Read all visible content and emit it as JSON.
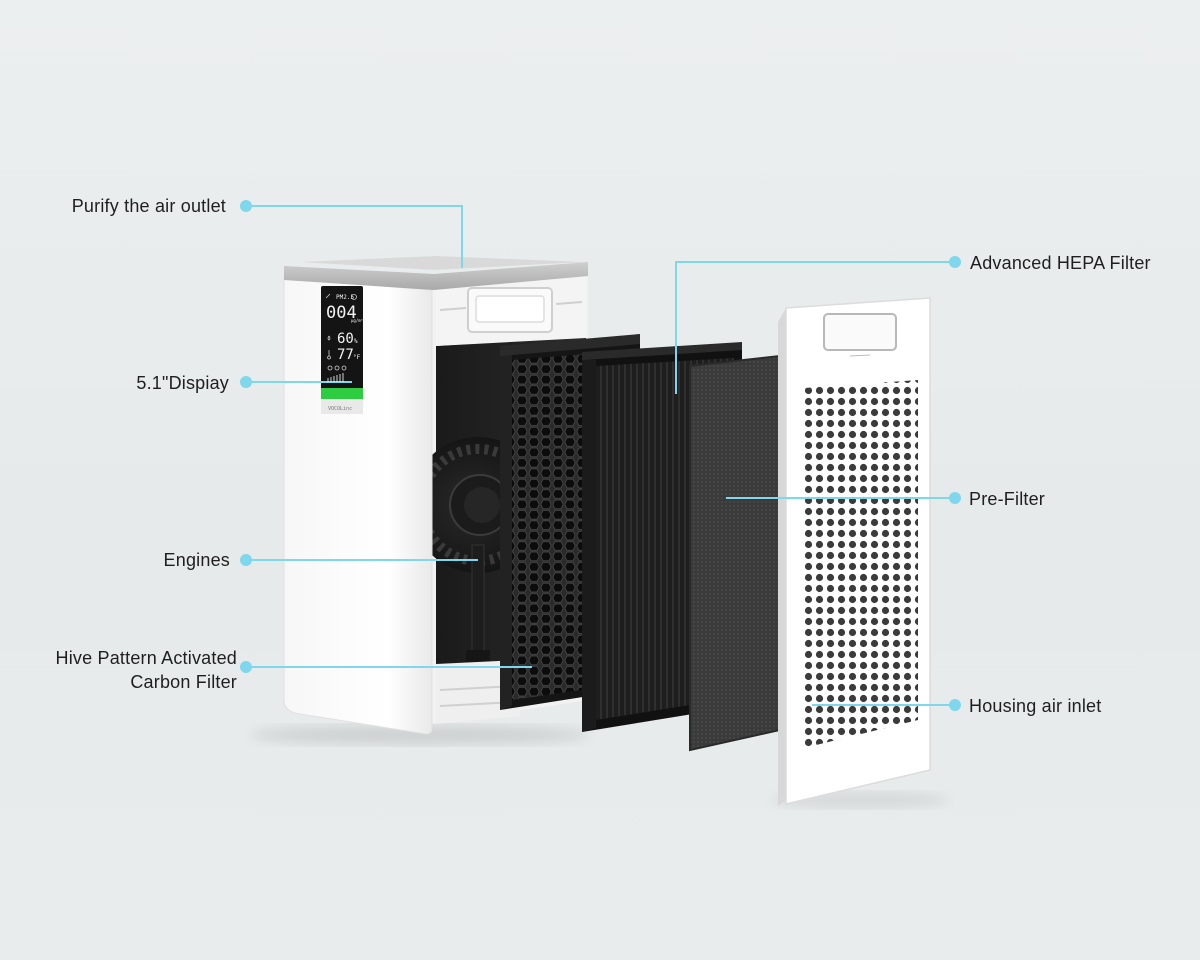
{
  "diagram": {
    "accent_color": "#7fd7ee",
    "line_color": "#7fd7ee",
    "text_color": "#1f1f1f",
    "background_color": "#e9ecec",
    "callouts": [
      {
        "id": "outlet",
        "text": "Purify the air outlet"
      },
      {
        "id": "display",
        "text": "5.1\"Dispiay"
      },
      {
        "id": "engines",
        "text": "Engines"
      },
      {
        "id": "carbon",
        "lines": [
          "Hive Pattern Activated",
          "Carbon Filter"
        ]
      },
      {
        "id": "hepa",
        "text": "Advanced HEPA Filter"
      },
      {
        "id": "prefilter",
        "text": "Pre-Filter"
      },
      {
        "id": "inlet",
        "text": "Housing air inlet"
      }
    ]
  },
  "device_display": {
    "pm_label": "PM2.5",
    "pm_value": "004",
    "pm_unit": "μg/m³",
    "humidity_value": "60",
    "humidity_unit": "%",
    "temperature_value": "77",
    "temperature_unit": "°F",
    "brand": "VOCOLinc"
  }
}
